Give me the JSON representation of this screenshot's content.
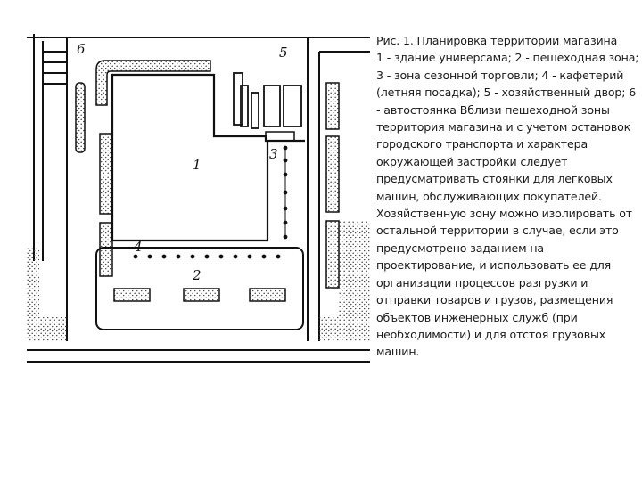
{
  "diagram": {
    "labels": {
      "building": "1",
      "pedestrian": "2",
      "seasonal": "3",
      "cafe": "4",
      "service_yard": "5",
      "parking": "6"
    },
    "colors": {
      "ink": "#1a1a1a",
      "stipple": "#555555",
      "background": "#ffffff"
    }
  },
  "caption": {
    "text": "Рис. 1. Планировка территории магазина\n1 - здание универсама; 2 - пешеходная зона; 3 - зона сезонной торговли; 4 - кафетерий (летняя посадка); 5 - хозяйственный двор; 6 - автостоянка Вблизи пешеходной зоны территория магазина и с учетом остановок городского транспорта и характера окружающей застройки следует предусматривать стоянки для легковых машин, обслуживающих покупателей. Хозяйственную зону можно изолировать от остальной территории в случае, если это предусмотрено заданием на проектирование, и использовать ее для организации процессов разгрузки и отправки товаров и грузов, размещения объектов инженерных служб (при необходимости) и для отстоя грузовых машин."
  }
}
